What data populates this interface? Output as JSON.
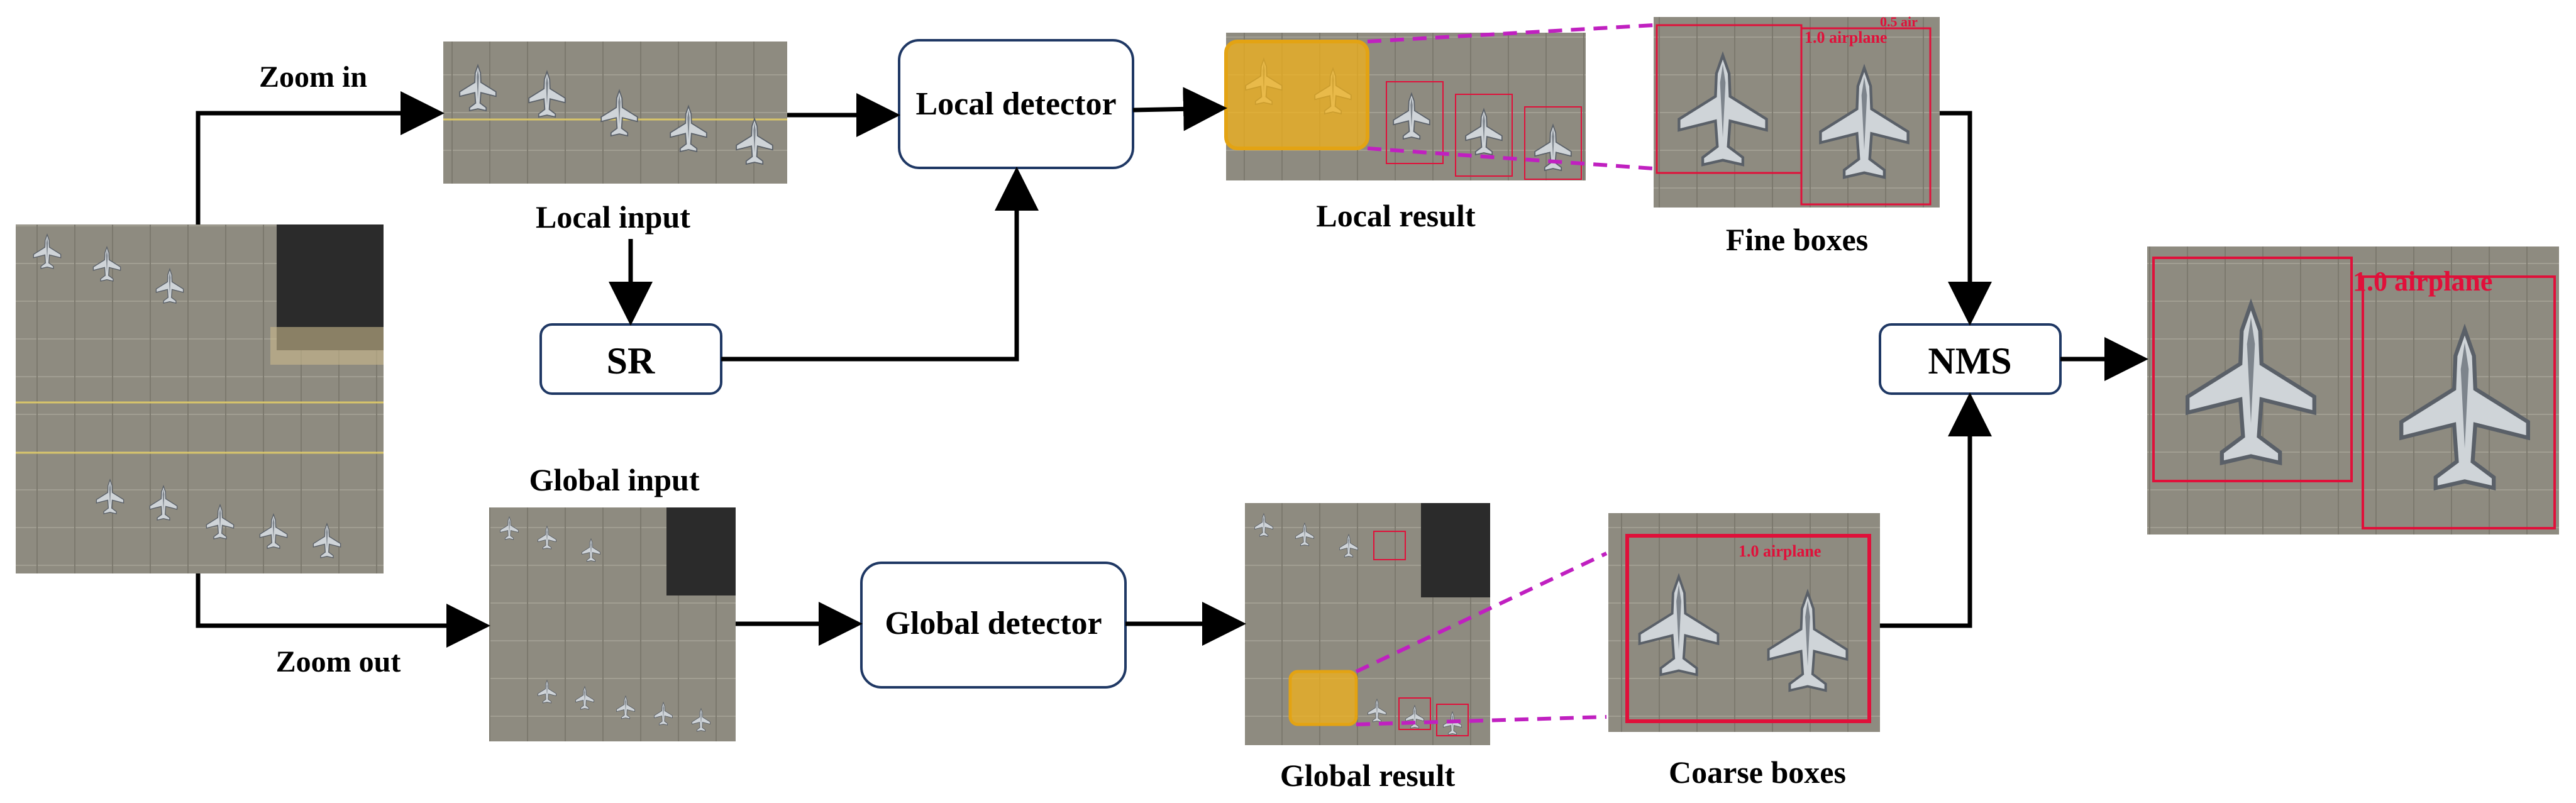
{
  "labels": {
    "zoom_in": "Zoom in",
    "zoom_out": "Zoom out",
    "local_input": "Local input",
    "global_input": "Global  input",
    "local_result": "Local result",
    "global_result": "Global result",
    "fine_boxes": "Fine boxes",
    "coarse_boxes": "Coarse boxes"
  },
  "boxes": {
    "local_detector": "Local detector",
    "global_detector": "Global detector",
    "sr": "SR",
    "nms": "NMS"
  },
  "detections": {
    "fine_box_1": "1.0   airplane",
    "fine_box_2": "0.5   air",
    "coarse_box": "1.0   airplane",
    "final_box": "1.0   airplane"
  },
  "colors": {
    "arrow": "#000000",
    "box_border": "#1f3864",
    "highlight": "#f2b21b",
    "zoom_dash": "#c020c0",
    "detection_box": "#e0103a",
    "tarmac": "#8e8b80"
  }
}
